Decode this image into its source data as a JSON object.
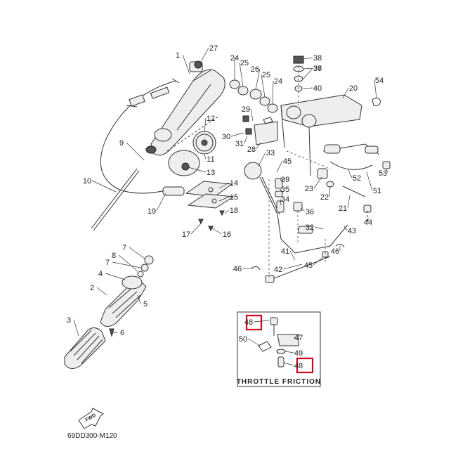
{
  "diagram": {
    "part_numbers": [
      "1",
      "2",
      "3",
      "4",
      "5",
      "6",
      "7",
      "7",
      "8",
      "9",
      "10",
      "11",
      "12",
      "13",
      "14",
      "15",
      "16",
      "17",
      "18",
      "19",
      "20",
      "21",
      "22",
      "23",
      "24",
      "24",
      "25",
      "25",
      "26",
      "27",
      "28",
      "29",
      "30",
      "31",
      "32",
      "33",
      "34",
      "35",
      "36",
      "36",
      "37",
      "38",
      "39",
      "40",
      "41",
      "42",
      "43",
      "44",
      "45",
      "45",
      "46",
      "46",
      "47",
      "48",
      "48",
      "49",
      "50",
      "51",
      "52",
      "53",
      "54"
    ],
    "inset_caption": "THROTTLE FRICTION",
    "fwd_label": "FWD",
    "diagram_code": "69DD300-M120",
    "highlighted_part": "48",
    "highlight_color": "#d6001c"
  }
}
